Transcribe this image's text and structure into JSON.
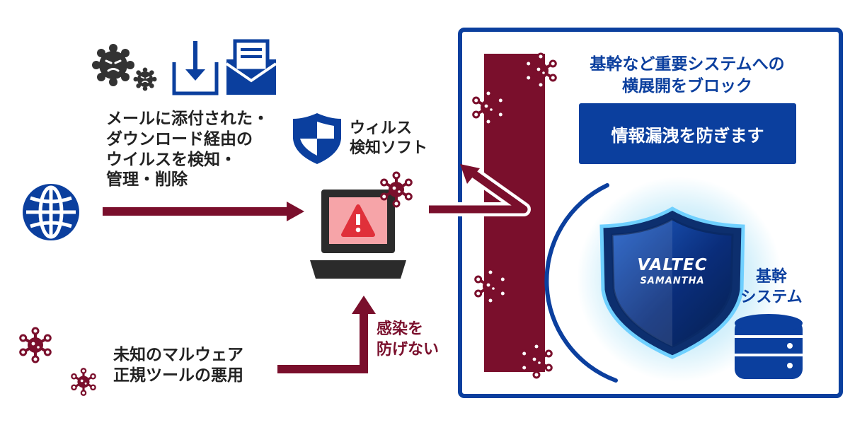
{
  "left": {
    "mail_download_text": [
      "メールに添付された・",
      "ダウンロード経由の",
      "ウイルスを検知・",
      "管理・削除"
    ],
    "antivirus_label": [
      "ウィルス",
      "検知ソフト"
    ],
    "malware_text": [
      "未知のマルウェア",
      "正規ツールの悪用"
    ],
    "infection_label": [
      "感染を",
      "防げない"
    ]
  },
  "right": {
    "heading": [
      "基幹など重要システムへの",
      "横展開をブロック"
    ],
    "banner": "情報漏洩を防ぎます",
    "shield_brand": "VALTEC",
    "shield_product": "SAMANTHA",
    "core_system_label": [
      "基幹",
      "システム"
    ]
  },
  "colors": {
    "virus": "#7a0f2c",
    "arrow": "#7a0f2c",
    "blue": "#0b3f9e",
    "alert_red": "#e0303a",
    "screen_pink": "#f6a4a8",
    "dark": "#333333"
  },
  "icons": [
    "virus-icon",
    "download-icon",
    "mail-icon",
    "globe-icon",
    "shield-icon",
    "laptop-icon",
    "warning-icon",
    "database-icon"
  ]
}
